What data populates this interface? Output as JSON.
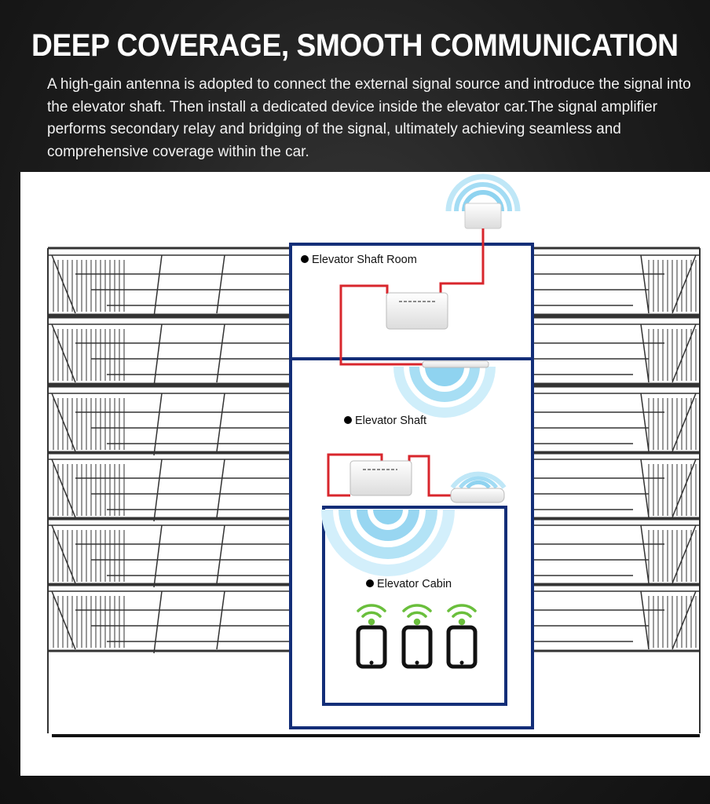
{
  "header": {
    "title": "DEEP COVERAGE, SMOOTH COMMUNICATION",
    "description": "A high-gain antenna is adopted to connect the external signal source and introduce the signal into the elevator shaft. Then install a dedicated device inside the elevator car.The signal  amplifier performs secondary relay and bridging of the signal, ultimately achieving seamless and comprehensive coverage within the car."
  },
  "diagram": {
    "labels": {
      "shaft_room": "Elevator Shaft Room",
      "shaft": "Elevator Shaft",
      "cabin": "Elevator Cabin"
    },
    "colors": {
      "frame_blue": "#132e78",
      "cable_red": "#d8262c",
      "signal_blue": "#8fd3f0",
      "wifi_green": "#6abf3c"
    },
    "icons": [
      "outdoor-antenna-icon",
      "signal-amplifier-icon",
      "ceiling-antenna-icon",
      "smartphone-icon",
      "wifi-icon"
    ],
    "phone_count": 3
  }
}
